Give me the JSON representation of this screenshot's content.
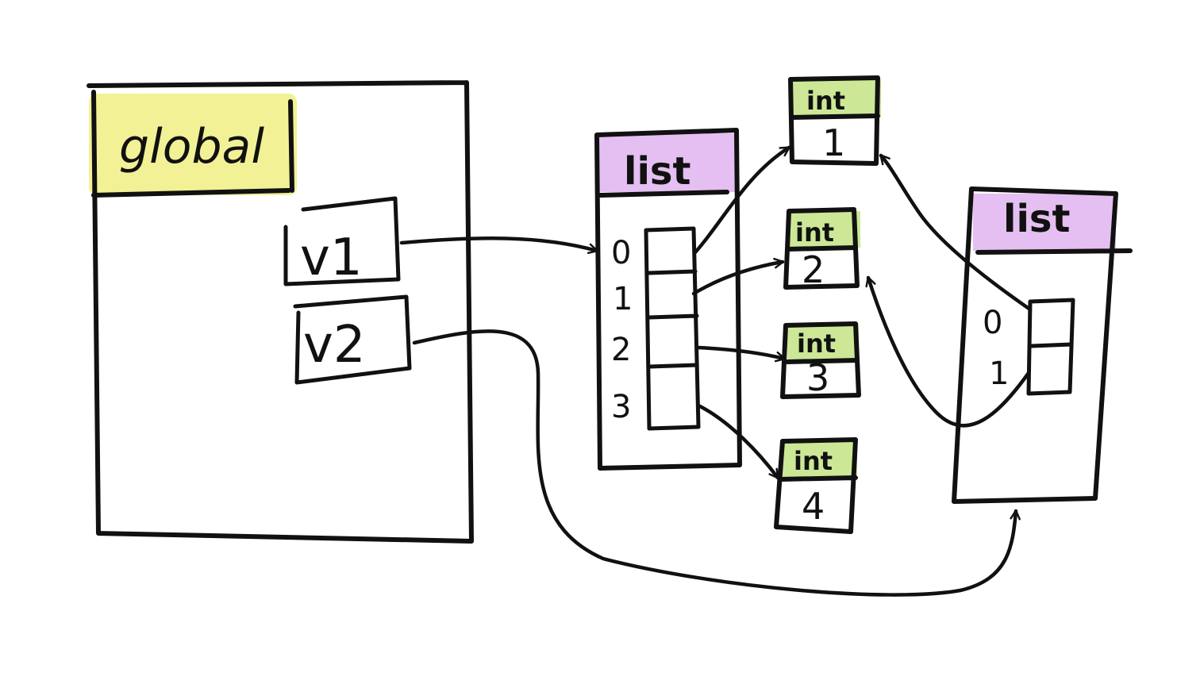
{
  "frames": {
    "global": {
      "label": "global",
      "highlight_color": "#f1f08a"
    }
  },
  "variables": [
    {
      "name": "v1"
    },
    {
      "name": "v2"
    }
  ],
  "lists": [
    {
      "label": "list",
      "indices": [
        "0",
        "1",
        "2",
        "3"
      ],
      "highlight_color": "#e2b8f0"
    },
    {
      "label": "list",
      "indices": [
        "0",
        "1"
      ],
      "highlight_color": "#e2b8f0"
    }
  ],
  "ints": [
    {
      "type": "int",
      "value": "1"
    },
    {
      "type": "int",
      "value": "2"
    },
    {
      "type": "int",
      "value": "3"
    },
    {
      "type": "int",
      "value": "4"
    }
  ],
  "colors": {
    "ink": "#111111",
    "global_highlight": "#f1f08a",
    "list_highlight": "#e2b8f0",
    "int_highlight": "#c6e58c"
  }
}
